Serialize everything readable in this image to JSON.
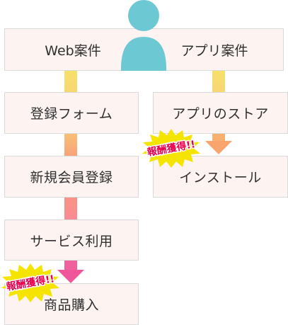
{
  "diagram": {
    "web_case": "Web案件",
    "app_case": "アプリ案件",
    "web_flow": [
      "登録フォーム",
      "新規会員登録",
      "サービス利用",
      "商品購入"
    ],
    "app_flow": [
      "アプリのストア",
      "インストール"
    ],
    "reward_badge": "報酬獲得!!"
  },
  "colors": {
    "box_bg": "#fdf3f1",
    "box_border": "#d9d9d9",
    "person": "#6cc8d3",
    "badge_fill": "#f5e300",
    "badge_text": "#e8004f",
    "arrow_yellow": "#f7de6a",
    "arrow_orange": "#f8ae6e",
    "arrow_pink": "#f98a96",
    "arrow_magenta": "#f05a9b"
  },
  "icons": {
    "person": "person-icon",
    "burst": "starburst-badge"
  }
}
